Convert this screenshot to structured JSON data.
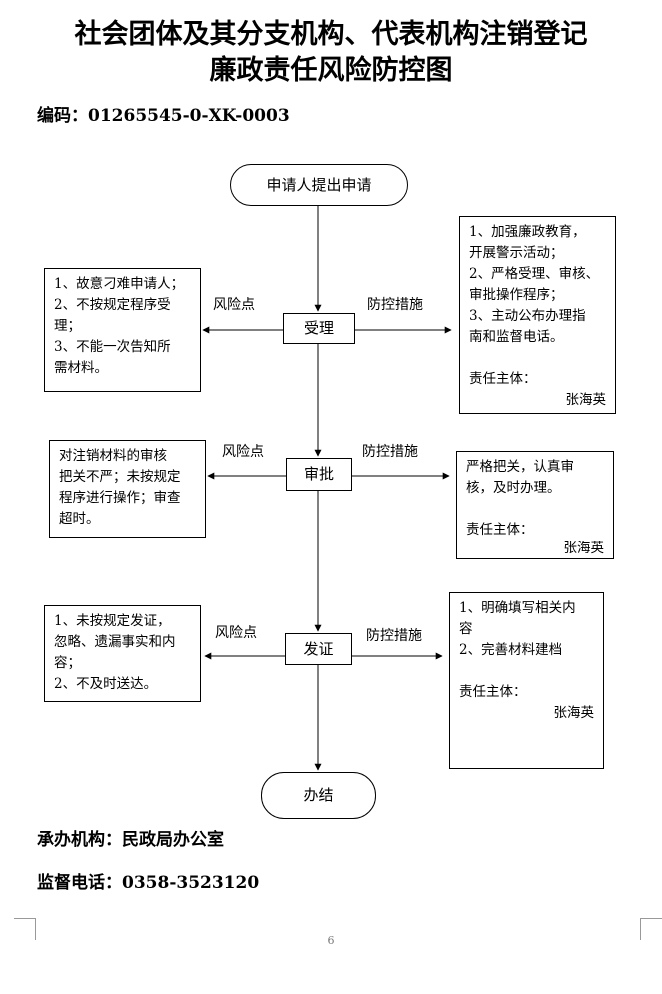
{
  "title": {
    "line1": "社会团体及其分支机构、代表机构注销登记",
    "line2": "廉政责任风险防控图"
  },
  "code": "编码：01265545-0-XK-0003",
  "start_node": "申请人提出申请",
  "end_node": "办结",
  "labels": {
    "risk": "风险点",
    "measure": "防控措施"
  },
  "steps": [
    {
      "name": "受理",
      "risks": [
        "1、故意刁难申请人；",
        "2、不按规定程序受",
        "理；",
        "3、不能一次告知所",
        "需材料。"
      ],
      "measures": [
        "1、加强廉政教育，",
        "开展警示活动；",
        "2、严格受理、审核、",
        "审批操作程序；",
        "3、主动公布办理指",
        "南和监督电话。"
      ],
      "owner_label": "责任主体：",
      "owner_name": "张海英"
    },
    {
      "name": "审批",
      "risks": [
        "对注销材料的审核",
        "把关不严；未按规定",
        "程序进行操作；审查",
        "超时。"
      ],
      "measures": [
        "严格把关，认真审",
        "核，及时办理。"
      ],
      "owner_label": "责任主体：",
      "owner_name": "张海英"
    },
    {
      "name": "发证",
      "risks": [
        "1、未按规定发证，",
        "忽略、遗漏事实和内",
        "容；",
        "2、不及时送达。"
      ],
      "measures": [
        "1、明确填写相关内",
        "容",
        "2、完善材料建档"
      ],
      "owner_label": "责任主体：",
      "owner_name": "张海英"
    }
  ],
  "footer": {
    "agency": "承办机构：民政局办公室",
    "phone": "监督电话：0358-3523120"
  },
  "page_number": "6"
}
